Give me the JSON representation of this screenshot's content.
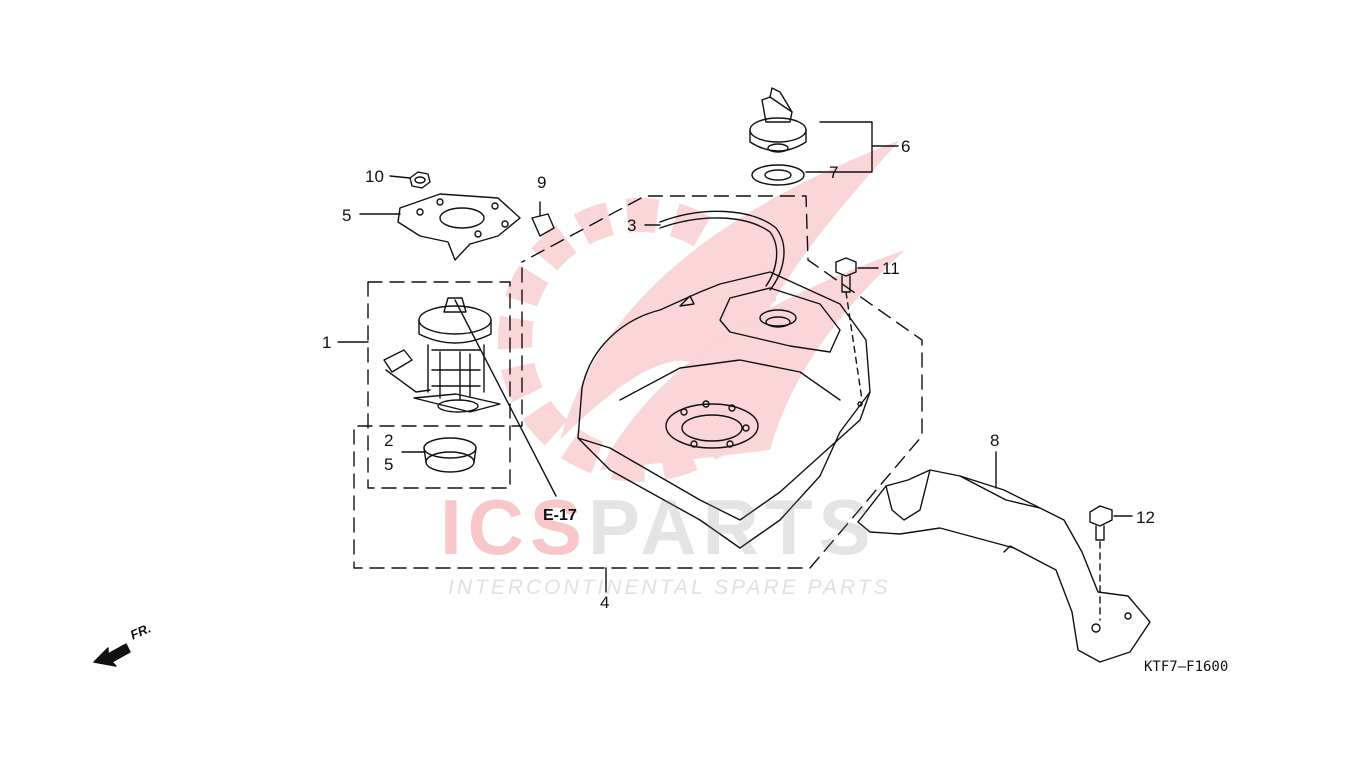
{
  "callouts": {
    "c1": "1",
    "c2": "2",
    "c3": "3",
    "c4": "4",
    "c5a": "5",
    "c5b": "5",
    "c6": "6",
    "c7": "7",
    "c8": "8",
    "c9": "9",
    "c10": "10",
    "c11": "11",
    "c12": "12"
  },
  "reference": "E-17",
  "diagram_code": "KTF7—F1600",
  "direction_label": "FR.",
  "watermark": {
    "main_red": "ICS",
    "main_gray": "PARTS",
    "subtitle": "INTERCONTINENTAL SPARE PARTS",
    "red_color": "#e30613",
    "gray_color": "#888888"
  },
  "colors": {
    "line": "#111111",
    "background": "#ffffff"
  }
}
